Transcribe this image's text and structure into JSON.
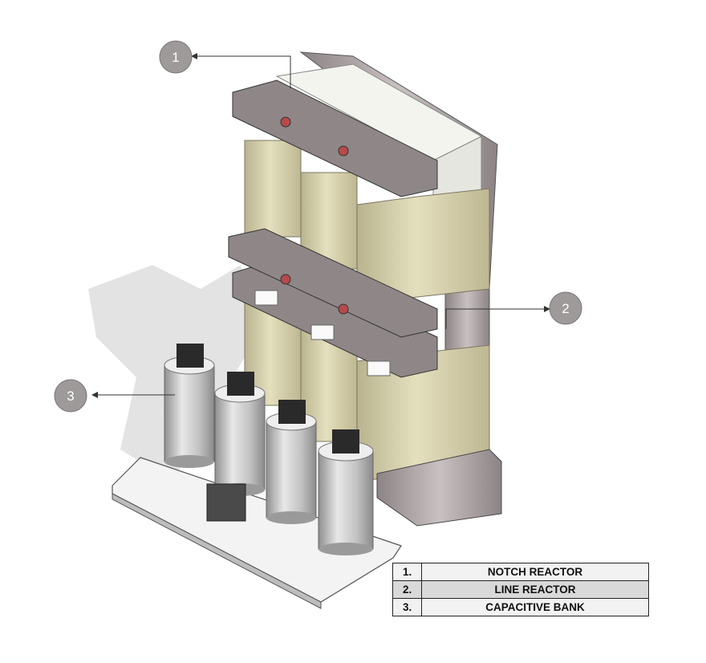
{
  "callouts": [
    {
      "number": "1",
      "target": "notch-reactor"
    },
    {
      "number": "2",
      "target": "line-reactor"
    },
    {
      "number": "3",
      "target": "capacitive-bank"
    }
  ],
  "legend": {
    "rows": [
      {
        "number": "1.",
        "label": "NOTCH REACTOR"
      },
      {
        "number": "2.",
        "label": "LINE REACTOR"
      },
      {
        "number": "3.",
        "label": "CAPACITIVE BANK"
      }
    ]
  },
  "colors": {
    "coil": "#cfc9a4",
    "frame": "#a59d9d",
    "capacitor": "#c4c4c4",
    "callout_badge": "#9e9a9a",
    "terminal": "#2a2a2a"
  }
}
